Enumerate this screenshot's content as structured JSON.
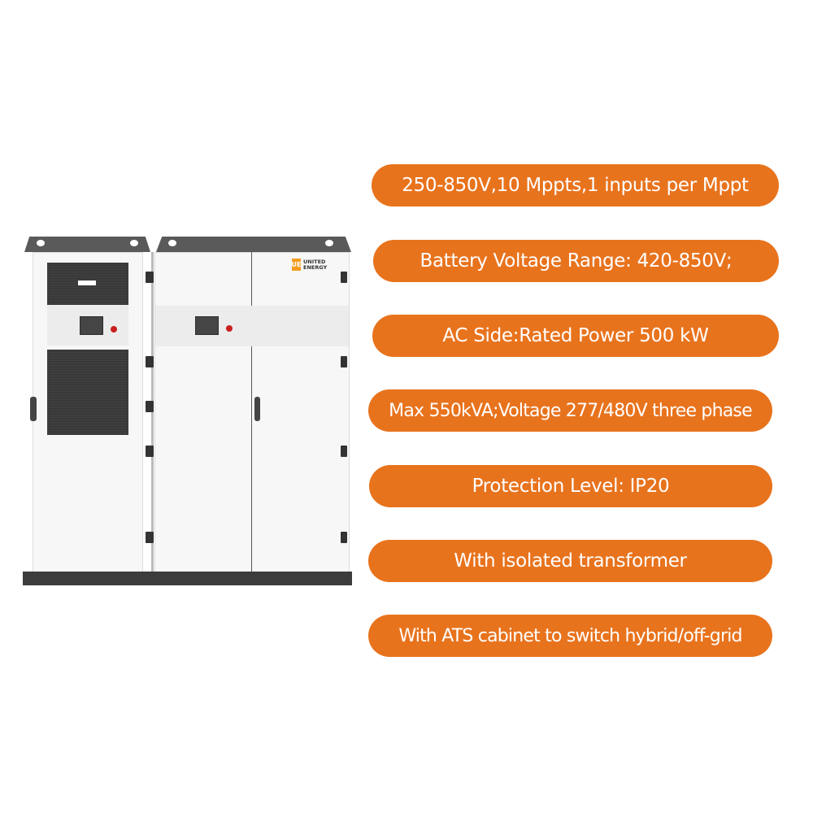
{
  "brand": {
    "logo_mark": "UE",
    "name_line1": "UNITED",
    "name_line2": "ENERGY"
  },
  "colors": {
    "accent": "#E8731D",
    "frame": "#5a5a5a"
  },
  "features": [
    "250-850V,10 Mppts,1 inputs per Mppt",
    "Battery Voltage Range: 420-850V;",
    "AC Side:Rated Power 500 kW",
    "Max 550kVA;Voltage 277/480V three phase",
    "Protection Level: IP20",
    "With isolated transformer",
    "With ATS cabinet to switch hybrid/off-grid"
  ]
}
